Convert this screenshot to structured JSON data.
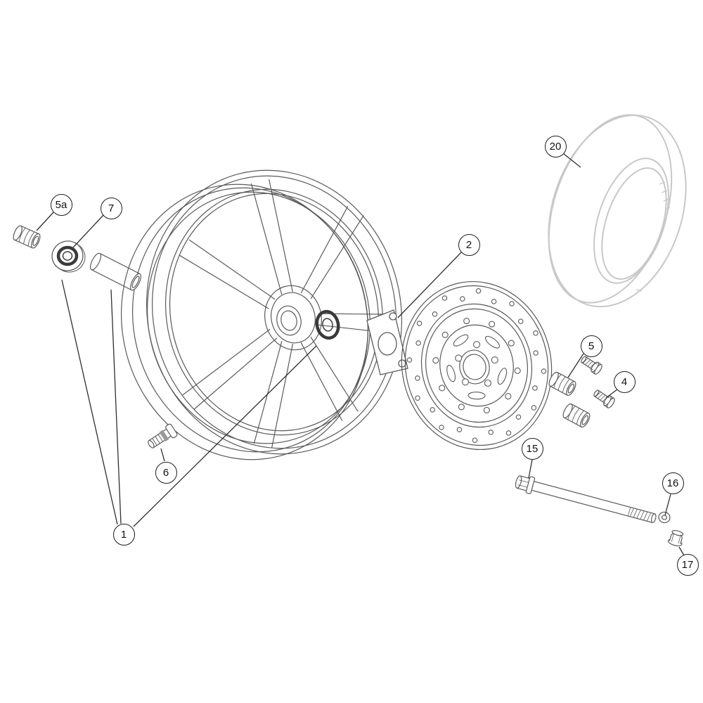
{
  "diagram": {
    "colors": {
      "background": "#ffffff",
      "line": "#5a5a5a",
      "dark_detail": "#3a3a3a",
      "tire_line": "#c8c8c8",
      "callout_border": "#1c1c1c",
      "leader_line": "#2e2e2e"
    },
    "callouts": [
      {
        "label": "5a",
        "target": "spacer-bushing"
      },
      {
        "label": "7",
        "target": "wheel-bearing"
      },
      {
        "label": "2",
        "target": "disc-bracket"
      },
      {
        "label": "20",
        "target": "tire"
      },
      {
        "label": "5",
        "target": "spacer"
      },
      {
        "label": "4",
        "target": "bolt"
      },
      {
        "label": "6",
        "target": "valve-stem"
      },
      {
        "label": "1",
        "target": "front-wheel"
      },
      {
        "label": "15",
        "target": "axle"
      },
      {
        "label": "16",
        "target": "washer"
      },
      {
        "label": "17",
        "target": "axle-nut"
      }
    ]
  }
}
